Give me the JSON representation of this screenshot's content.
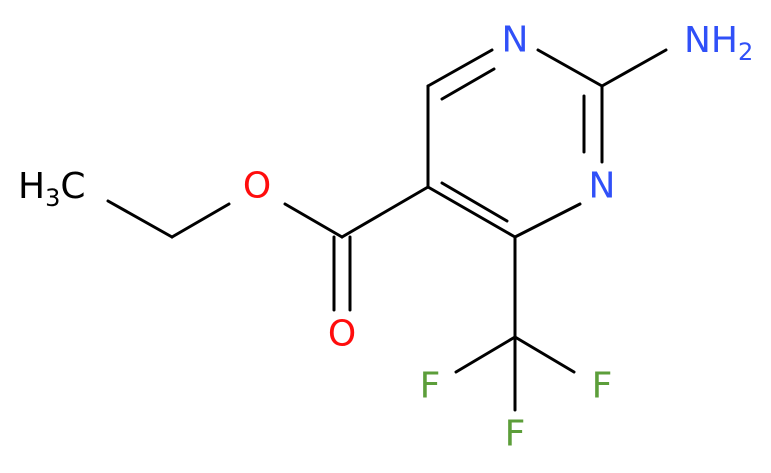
{
  "colors": {
    "bond": "#000000",
    "carbon_label": "#000000",
    "nitrogen": "#3050F8",
    "oxygen": "#FF0D0D",
    "fluorine": "#5C9E3A"
  },
  "labels": {
    "ring_n_top": "N",
    "ring_n_right": "N",
    "amine_n": "NH",
    "amine_h_count": "2",
    "methyl_h": "H",
    "methyl_h_count": "3",
    "methyl_c": "C",
    "ester_o": "O",
    "carbonyl_o": "O",
    "f_left": "F",
    "f_right": "F",
    "f_bottom": "F"
  }
}
